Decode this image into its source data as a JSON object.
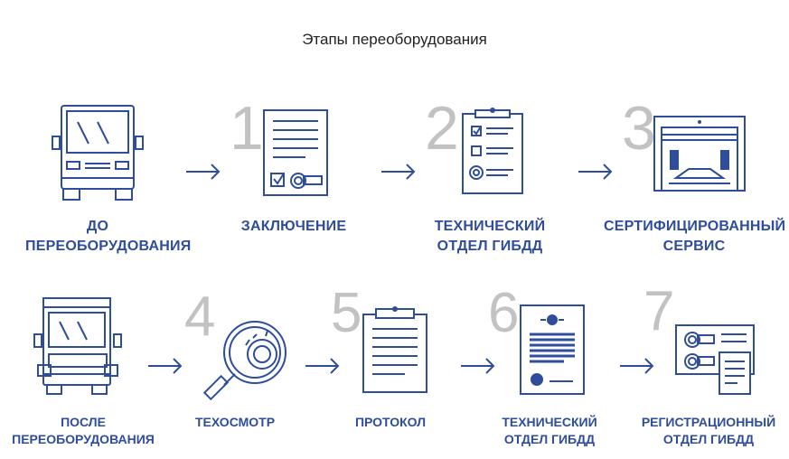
{
  "title": "Этапы переоборудования",
  "colors": {
    "primary": "#2e4d9c",
    "number": "#c2c2c2",
    "title": "#222222"
  },
  "row1": [
    {
      "icon": "truck-before-icon",
      "label": [
        "ДО",
        "ПЕРЕОБОРУДОВАНИЯ"
      ]
    },
    {
      "number": "1",
      "icon": "document-conclusion-icon",
      "label": [
        "ЗАКЛЮЧЕНИЕ"
      ]
    },
    {
      "number": "2",
      "icon": "checklist-clipboard-icon",
      "label": [
        "ТЕХНИЧЕСКИЙ",
        "ОТДЕЛ ГИБДД"
      ]
    },
    {
      "number": "3",
      "icon": "service-garage-icon",
      "label": [
        "СЕРТИФИЦИРОВАННЫЙ",
        "СЕРВИС"
      ]
    }
  ],
  "row2": [
    {
      "icon": "truck-after-icon",
      "label": [
        "ПОСЛЕ",
        "ПЕРЕОБОРУДОВАНИЯ"
      ]
    },
    {
      "number": "4",
      "icon": "magnifier-gear-icon",
      "label": [
        "ТЕХОСМОТР"
      ]
    },
    {
      "number": "5",
      "icon": "protocol-clipboard-icon",
      "label": [
        "ПРОТОКОЛ"
      ]
    },
    {
      "number": "6",
      "icon": "sealed-document-icon",
      "label": [
        "ТЕХНИЧЕСКИЙ",
        "ОТДЕЛ ГИБДД"
      ]
    },
    {
      "number": "7",
      "icon": "registration-cards-icon",
      "label": [
        "РЕГИСТРАЦИОННЫЙ",
        "ОТДЕЛ ГИБДД"
      ]
    }
  ]
}
